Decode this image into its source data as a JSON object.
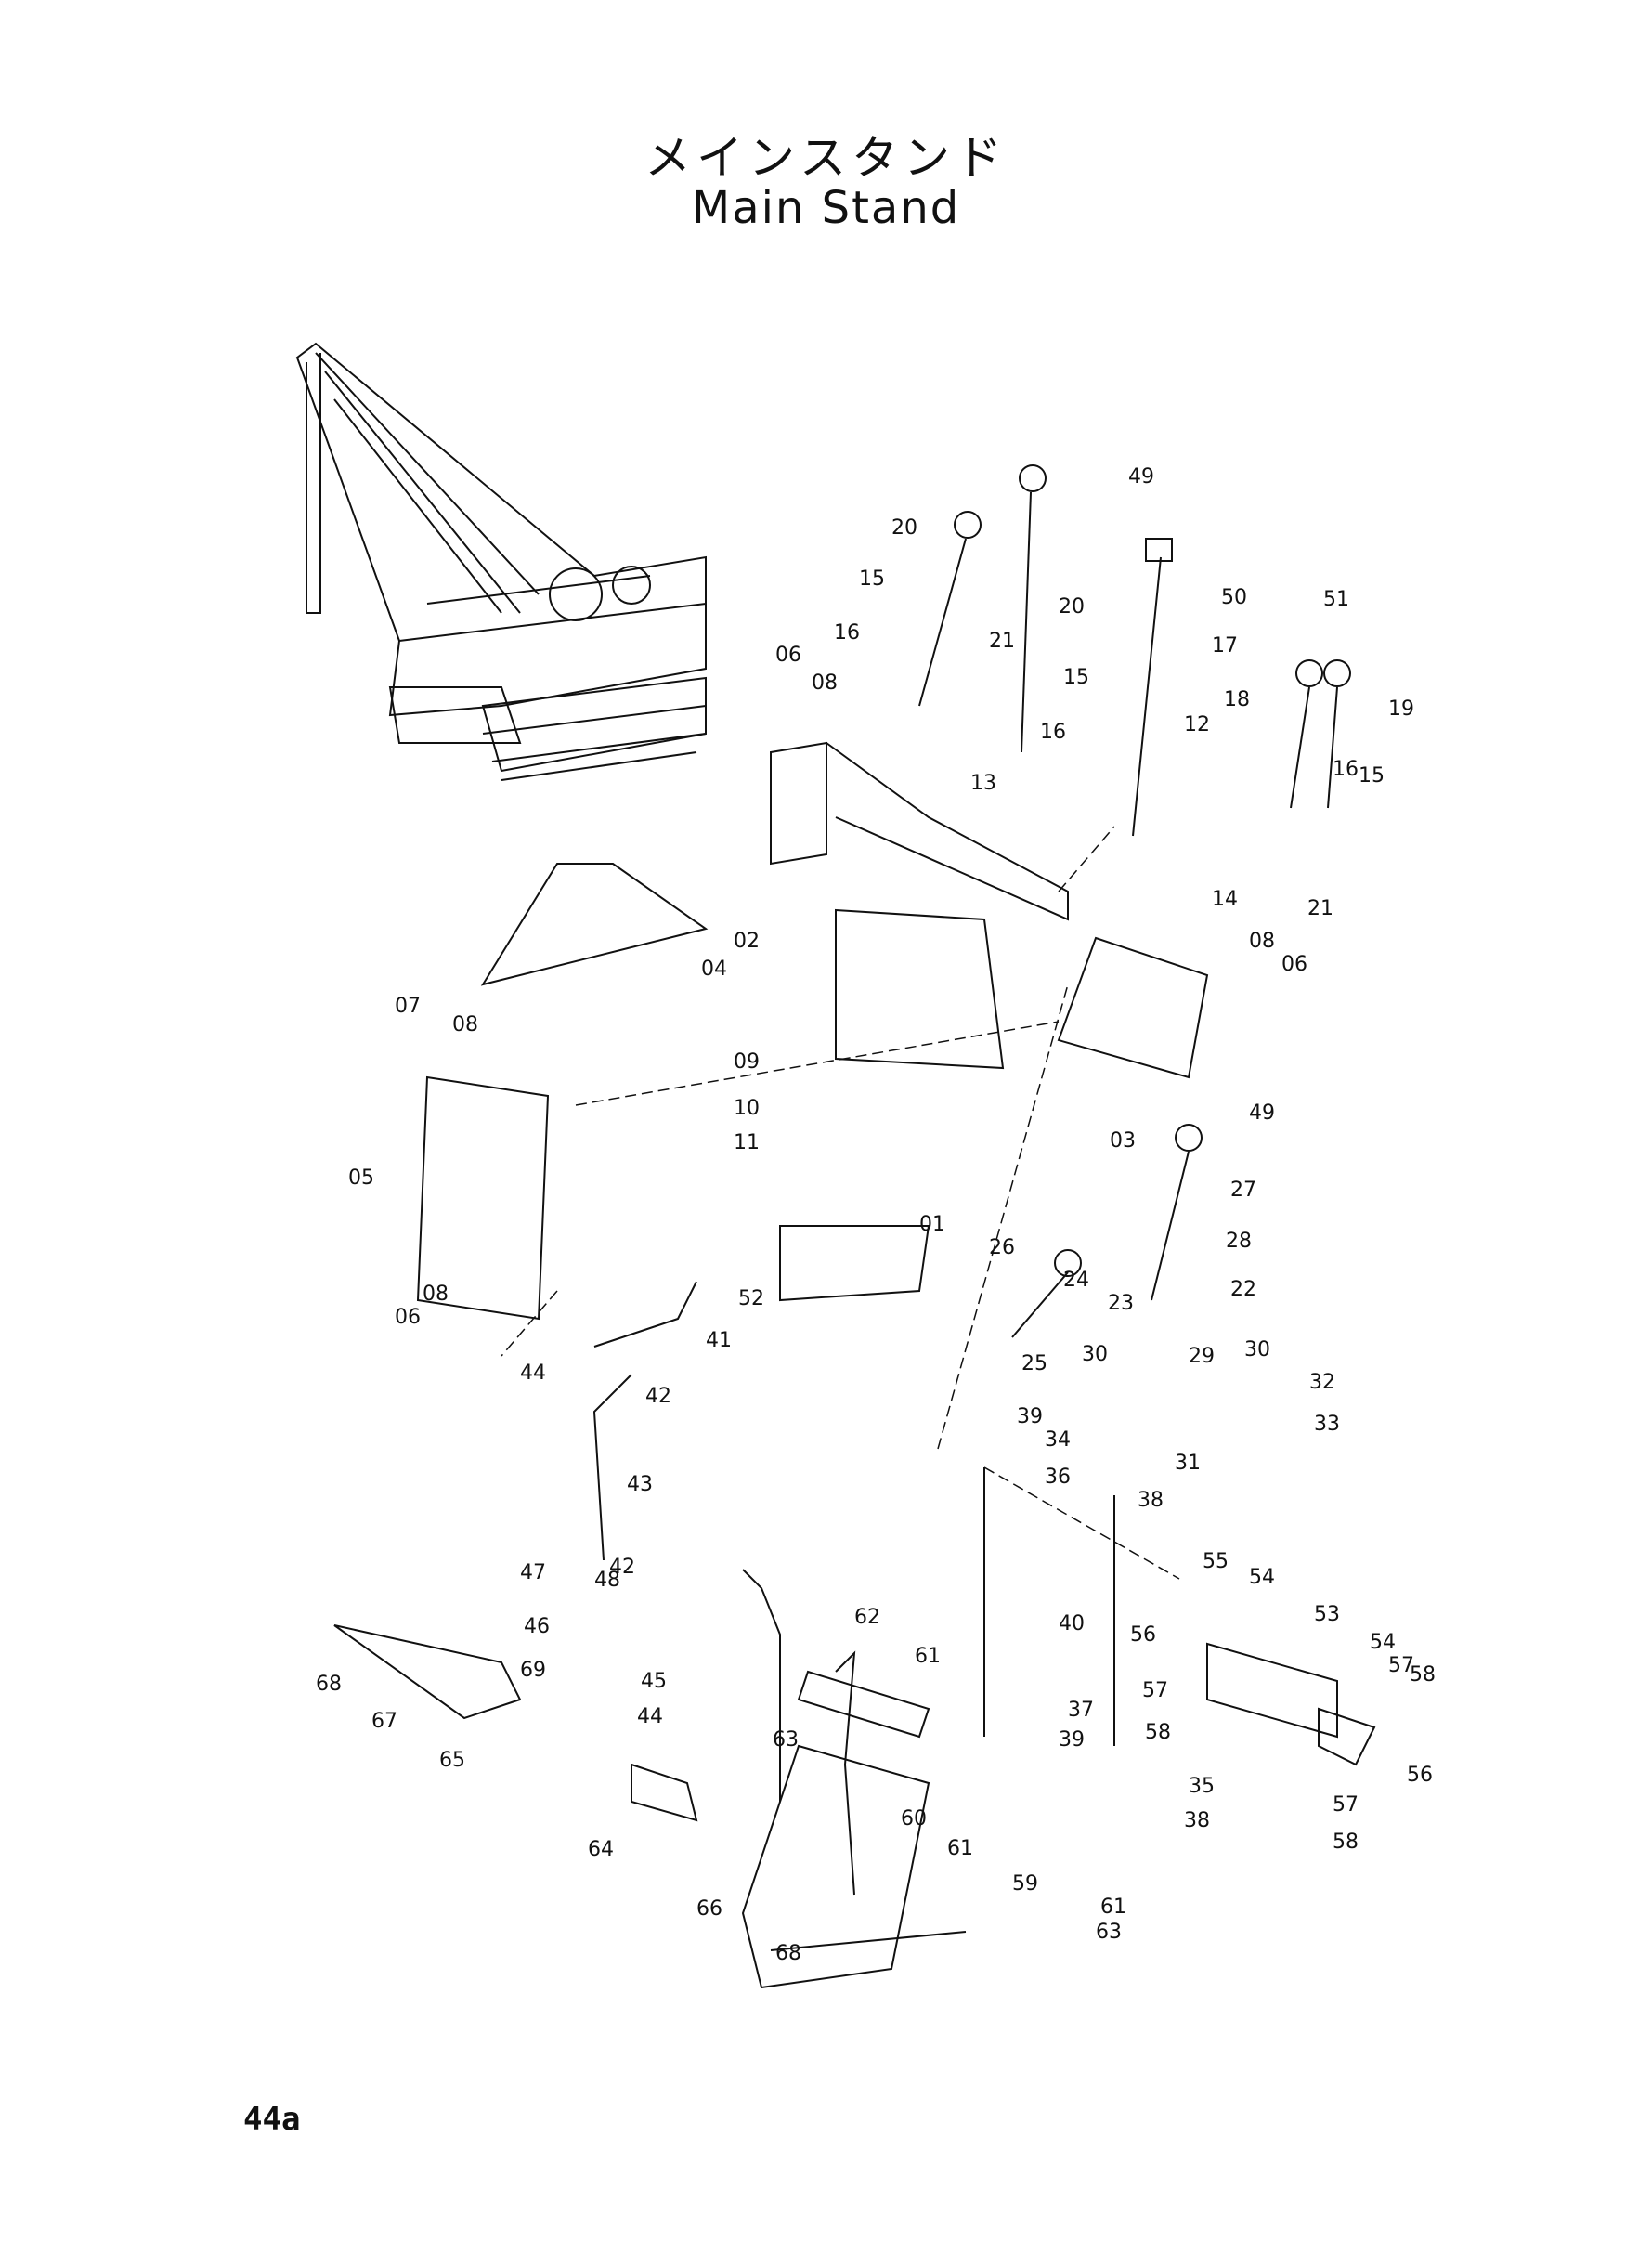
{
  "title_jp": "メインスタンド",
  "title_en": "Main Stand",
  "page_number": "44a",
  "part_labels": [
    "49",
    "20",
    "20",
    "50",
    "15",
    "16",
    "21",
    "17",
    "51",
    "06",
    "08",
    "13",
    "15",
    "16",
    "12",
    "18",
    "19",
    "16",
    "15",
    "21",
    "14",
    "02",
    "04",
    "08",
    "06",
    "07",
    "08",
    "03",
    "09",
    "10",
    "11",
    "01",
    "49",
    "05",
    "27",
    "26",
    "28",
    "22",
    "24",
    "23",
    "08",
    "06",
    "52",
    "41",
    "25",
    "30",
    "29",
    "30",
    "32",
    "33",
    "44",
    "42",
    "39",
    "34",
    "38",
    "31",
    "36",
    "43",
    "42",
    "47",
    "48",
    "55",
    "54",
    "46",
    "40",
    "56",
    "53",
    "69",
    "45",
    "54",
    "57",
    "58",
    "57",
    "58",
    "62",
    "61",
    "44",
    "68",
    "67",
    "65",
    "63",
    "37",
    "39",
    "56",
    "35",
    "60",
    "57",
    "38",
    "64",
    "61",
    "59",
    "58",
    "66",
    "61",
    "63",
    "68"
  ],
  "colors": {
    "ink": "#111111",
    "paper": "#ffffff"
  }
}
